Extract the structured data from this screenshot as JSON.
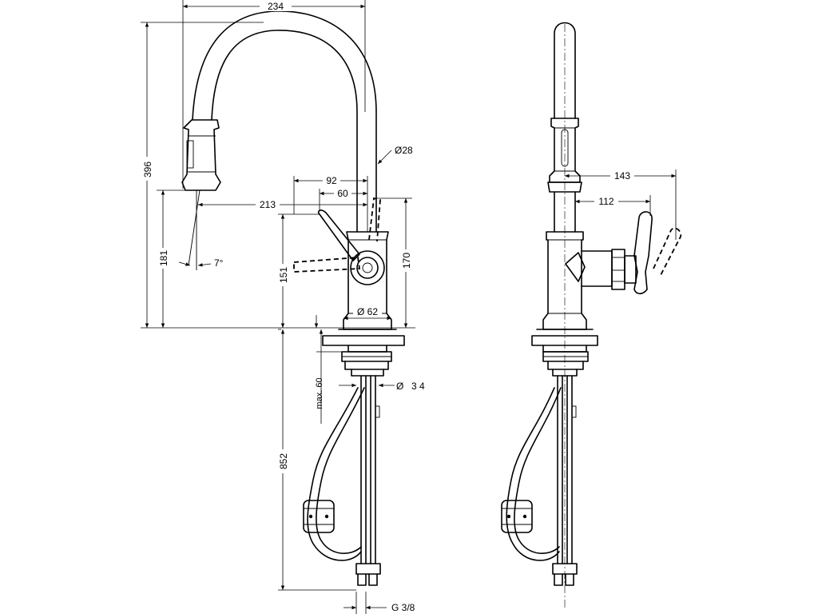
{
  "dimensions": {
    "top_width": "234",
    "overall_height": "396",
    "spout_diameter": "Ø28",
    "lever_reach": "92",
    "lever_offset": "60",
    "spout_reach": "213",
    "spray_height": "181",
    "spray_angle": "7°",
    "lever_height": "151",
    "body_height": "170",
    "base_diameter": "Ø 62",
    "deck_thickness": "max. 60",
    "hole_diameter_symbol": "Ø",
    "hole_diameter_value": "3 4",
    "hose_length": "852",
    "connection": "G 3/8",
    "side_lever_reach": "143",
    "side_lever_offset": "112"
  }
}
